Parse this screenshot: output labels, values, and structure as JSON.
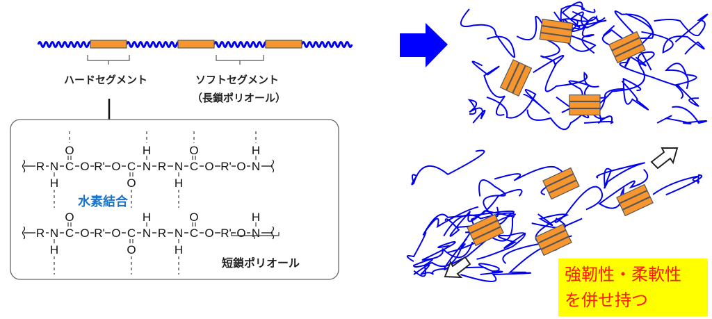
{
  "colors": {
    "chain": "#0000ee",
    "hard_segment": "#f7962f",
    "hard_segment_border": "#555555",
    "arrow": "#0000ff",
    "hydrogen_bond_label": "#1a73c8",
    "property_text": "#ff1a00",
    "property_box": "#ffff00"
  },
  "top_chain": {
    "hard_segment_label": "ハードセグメント",
    "soft_segment_label": "ソフトセグメント",
    "soft_segment_sublabel": "（長鎖ポリオール）"
  },
  "chemistry": {
    "row1": [
      "R",
      "N",
      "C",
      "O",
      "R'",
      "O",
      "C",
      "N",
      "R",
      "N",
      "C",
      "O",
      "R'",
      "O",
      "N"
    ],
    "row2": [
      "R",
      "N",
      "C",
      "O",
      "R'",
      "O",
      "C",
      "N",
      "R",
      "N",
      "C",
      "O",
      "R'",
      "O",
      "N"
    ],
    "hydrogen_bond_label": "水素結合",
    "short_polyol_label": "短鎖ポリオール",
    "atom_O": "O",
    "atom_H": "H"
  },
  "property_box": {
    "line1": "強靭性・柔軟性",
    "line2": "を併せ持つ"
  }
}
